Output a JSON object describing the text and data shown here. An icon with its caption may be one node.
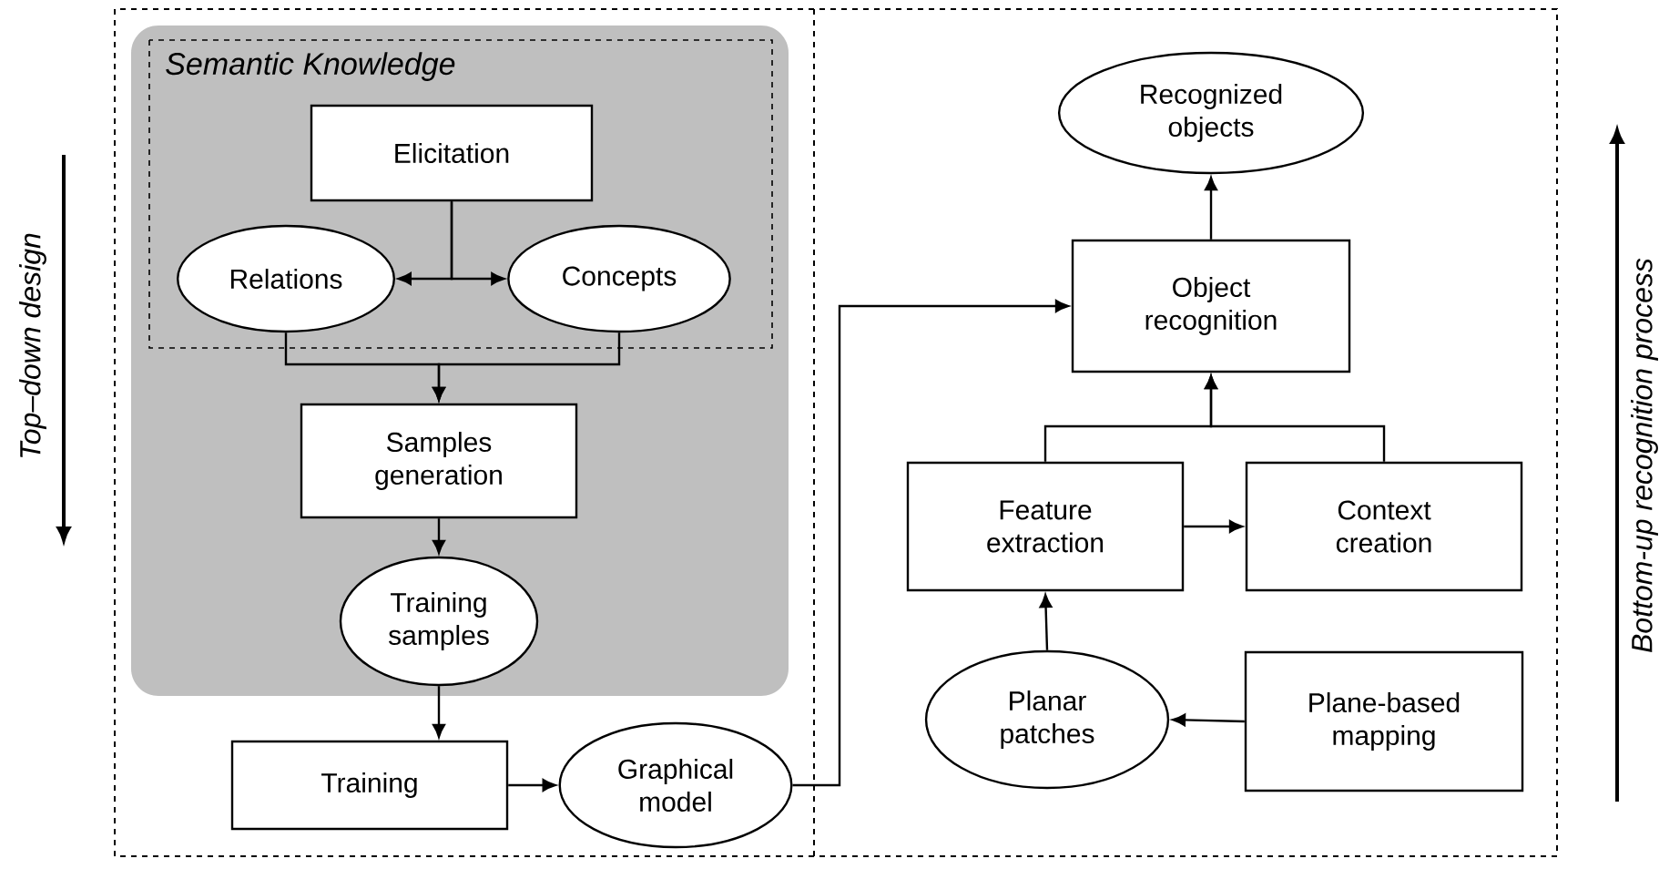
{
  "diagram": {
    "nodes": [
      {
        "text": [
          "Semantic Knowledge"
        ]
      },
      {
        "text": [
          "Elicitation"
        ],
        "in": 0
      },
      {
        "text": [
          "Relations"
        ],
        "in": 0
      },
      {
        "text": [
          "Concepts"
        ],
        "in": 0
      },
      {
        "text": [
          "Samples generation"
        ]
      },
      {
        "text": [
          "Training samples"
        ]
      },
      {
        "text": [
          "Training"
        ]
      },
      {
        "text": [
          "Graphical model"
        ]
      },
      {
        "text": [
          "Recognized objects"
        ]
      },
      {
        "text": [
          "Object recognition"
        ]
      },
      {
        "text": [
          "Feature extraction"
        ]
      },
      {
        "text": [
          "Context creation"
        ]
      },
      {
        "text": [
          "Planar patches"
        ]
      },
      {
        "text": [
          "Plane-based mapping"
        ]
      }
    ],
    "edges": [
      {
        "from": 1,
        "to": 2,
        "arrow": "to"
      },
      {
        "from": 1,
        "to": 3,
        "arrow": "to"
      },
      {
        "from": 2,
        "to": 4,
        "arrow": "to"
      },
      {
        "from": 3,
        "to": 4,
        "arrow": "to"
      },
      {
        "from": 4,
        "to": 5,
        "arrow": "to"
      },
      {
        "from": 5,
        "to": 6,
        "arrow": "to"
      },
      {
        "from": 6,
        "to": 7,
        "arrow": "to"
      },
      {
        "from": 7,
        "to": 9,
        "arrow": "to"
      },
      {
        "from": 9,
        "to": 8,
        "arrow": "to"
      },
      {
        "from": 10,
        "to": 9,
        "arrow": "to"
      },
      {
        "from": 11,
        "to": 9,
        "arrow": "to"
      },
      {
        "from": 10,
        "to": 11,
        "arrow": "to"
      },
      {
        "from": 13,
        "to": 12,
        "arrow": "to"
      },
      {
        "from": 12,
        "to": 10,
        "arrow": "to"
      }
    ],
    "labels": [
      "Top–down design",
      "Bottom-up recognition process"
    ]
  }
}
